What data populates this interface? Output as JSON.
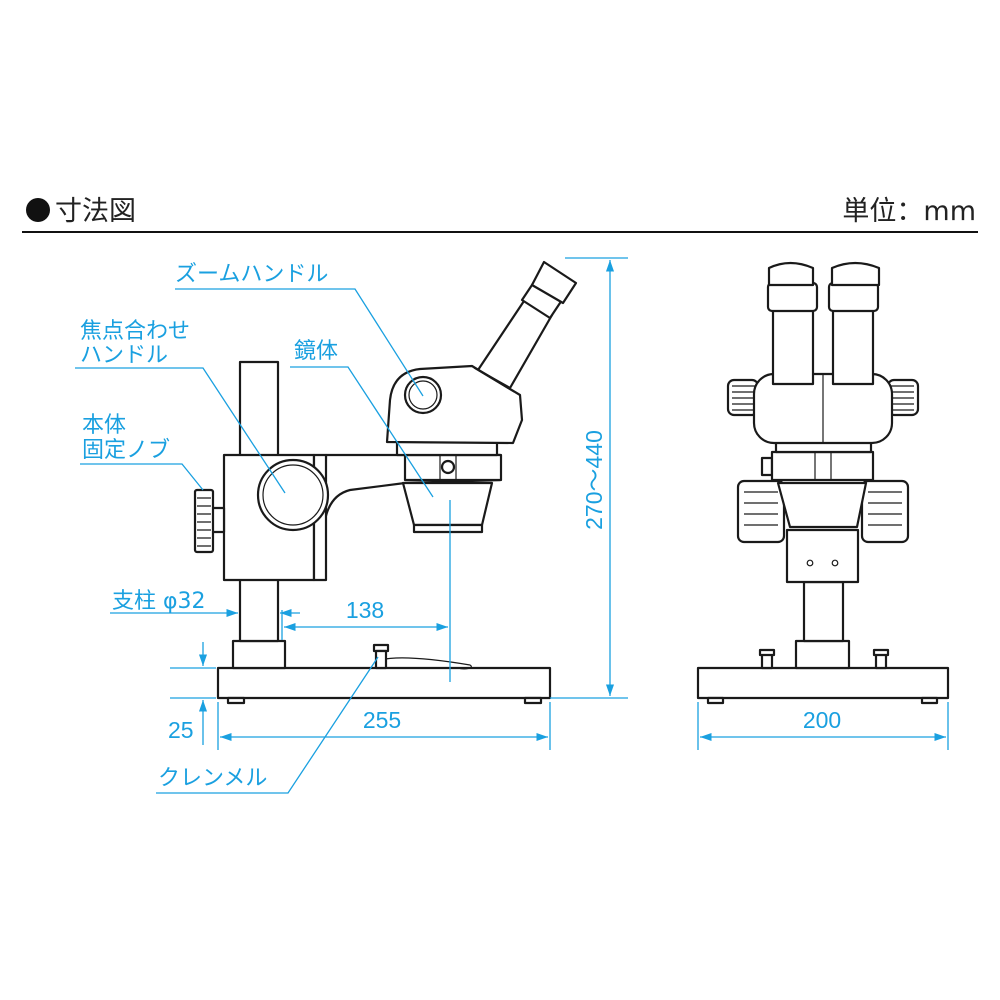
{
  "header": {
    "title": "寸法図",
    "unit": "単位：mm"
  },
  "labels": {
    "zoom_handle": "ズームハンドル",
    "focus_handle_1": "焦点合わせ",
    "focus_handle_2": "ハンドル",
    "body": "鏡体",
    "fix_knob_1": "本体",
    "fix_knob_2": "固定ノブ",
    "pillar": "支柱 φ32",
    "clamp": "クレンメル"
  },
  "dimensions": {
    "height": "270～440",
    "offset": "138",
    "base_thickness": "25",
    "base_depth": "255",
    "base_width": "200"
  },
  "colors": {
    "dimension": "#1aa0e0",
    "outline": "#1a1a1a"
  }
}
